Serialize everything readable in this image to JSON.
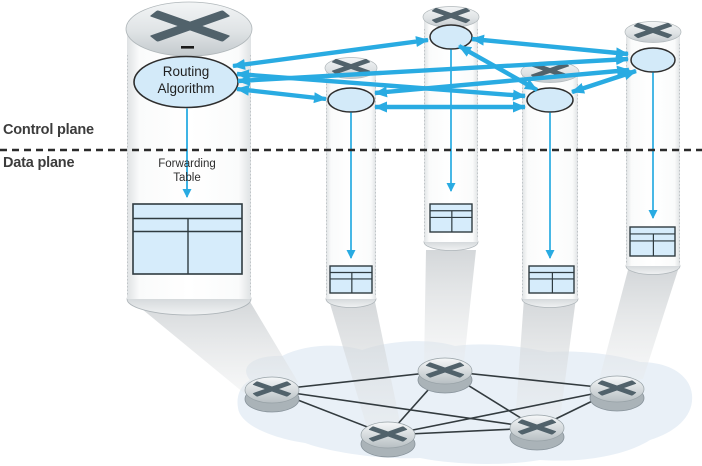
{
  "labels": {
    "control_plane": "Control plane",
    "data_plane": "Data plane",
    "routing_algorithm": "Routing Algorithm",
    "forwarding_table": "Forwarding Table"
  },
  "colors": {
    "arrow_blue": "#29ABE2",
    "ellipse_fill": "#D3EAF9",
    "ellipse_stroke": "#2E2E2E",
    "table_fill": "#D6ECFB",
    "table_stroke": "#2F3B40",
    "label_color": "#3C3C3C",
    "dashed_divider": "#2B2B2B",
    "router_x": "#51626B",
    "network_link": "#333B3F",
    "cloud_fill": "#E9F0F7"
  },
  "diagram": {
    "magnified_router": {
      "id": "r0",
      "components": [
        "routing-algorithm",
        "forwarding-table"
      ]
    },
    "routers": [
      {
        "id": "r1",
        "components": [
          "routing-algorithm",
          "forwarding-table"
        ]
      },
      {
        "id": "r2",
        "components": [
          "routing-algorithm",
          "forwarding-table"
        ]
      },
      {
        "id": "r3",
        "components": [
          "routing-algorithm",
          "forwarding-table"
        ]
      },
      {
        "id": "r4",
        "components": [
          "routing-algorithm",
          "forwarding-table"
        ]
      }
    ],
    "control_edges": [
      [
        "r0",
        "r1"
      ],
      [
        "r0",
        "r2"
      ],
      [
        "r0",
        "r3"
      ],
      [
        "r0",
        "r4"
      ],
      [
        "r1",
        "r3"
      ],
      [
        "r1",
        "r4"
      ],
      [
        "r2",
        "r3"
      ],
      [
        "r2",
        "r4"
      ],
      [
        "r3",
        "r4"
      ]
    ],
    "network": {
      "routers": [
        "n0",
        "n1",
        "n2",
        "n3",
        "n4"
      ],
      "links": [
        [
          "n0",
          "n1"
        ],
        [
          "n0",
          "n2"
        ],
        [
          "n0",
          "n3"
        ],
        [
          "n1",
          "n2"
        ],
        [
          "n1",
          "n3"
        ],
        [
          "n1",
          "n4"
        ],
        [
          "n2",
          "n3"
        ],
        [
          "n2",
          "n4"
        ],
        [
          "n3",
          "n4"
        ]
      ]
    }
  }
}
